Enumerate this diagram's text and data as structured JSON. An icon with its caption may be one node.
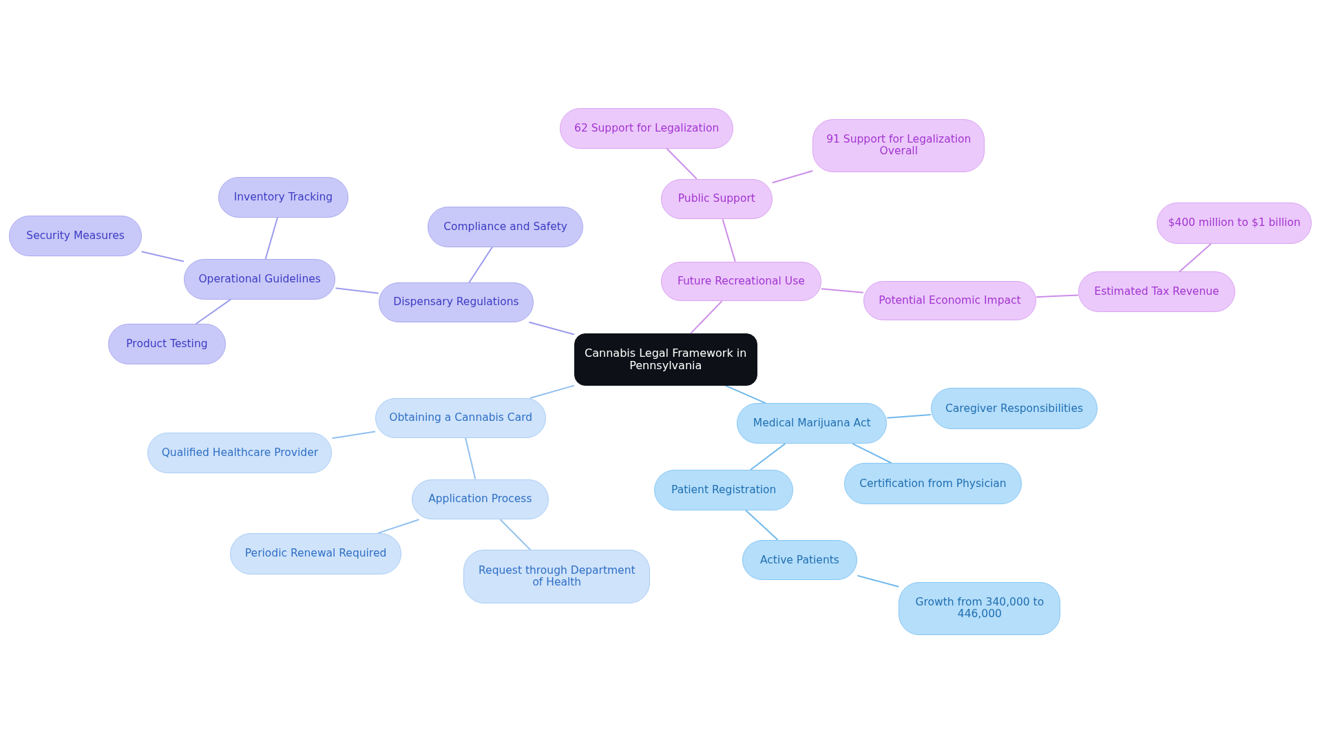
{
  "diagram": {
    "nodes": [
      {
        "text": [
          "Cannabis Legal Framework in Pennsylvania"
        ]
      },
      {
        "text": [
          "Dispensary Regulations"
        ]
      },
      {
        "text": [
          "Compliance and Safety"
        ]
      },
      {
        "text": [
          "Operational Guidelines"
        ]
      },
      {
        "text": [
          "Inventory Tracking"
        ]
      },
      {
        "text": [
          "Security Measures"
        ]
      },
      {
        "text": [
          "Product Testing"
        ]
      },
      {
        "text": [
          "Future Recreational Use"
        ]
      },
      {
        "text": [
          "Public Support"
        ]
      },
      {
        "text": [
          "62 Support for Legalization"
        ]
      },
      {
        "text": [
          "91 Support for Legalization Overall"
        ]
      },
      {
        "text": [
          "Potential Economic Impact"
        ]
      },
      {
        "text": [
          "Estimated Tax Revenue"
        ]
      },
      {
        "text": [
          "$400 million to $1 billion"
        ]
      },
      {
        "text": [
          "Obtaining a Cannabis Card"
        ]
      },
      {
        "text": [
          "Qualified Healthcare Provider"
        ]
      },
      {
        "text": [
          "Application Process"
        ]
      },
      {
        "text": [
          "Periodic Renewal Required"
        ]
      },
      {
        "text": [
          "Request through Department of Health"
        ]
      },
      {
        "text": [
          "Medical Marijuana Act"
        ]
      },
      {
        "text": [
          "Caregiver Responsibilities"
        ]
      },
      {
        "text": [
          "Certification from Physician"
        ]
      },
      {
        "text": [
          "Patient Registration"
        ]
      },
      {
        "text": [
          "Active Patients"
        ]
      },
      {
        "text": [
          "Growth from 340,000 to 446,000"
        ]
      }
    ],
    "edges": [
      {
        "from": 0,
        "to": 1,
        "arrow": "none",
        "color": "#9a9aee"
      },
      {
        "from": 1,
        "to": 2,
        "arrow": "none",
        "color": "#9a9aee"
      },
      {
        "from": 1,
        "to": 3,
        "arrow": "none",
        "color": "#9a9aee"
      },
      {
        "from": 3,
        "to": 4,
        "arrow": "none",
        "color": "#9a9aee"
      },
      {
        "from": 3,
        "to": 5,
        "arrow": "none",
        "color": "#9a9aee"
      },
      {
        "from": 3,
        "to": 6,
        "arrow": "none",
        "color": "#9a9aee"
      },
      {
        "from": 0,
        "to": 7,
        "arrow": "none",
        "color": "#cc8ce8"
      },
      {
        "from": 7,
        "to": 8,
        "arrow": "none",
        "color": "#cc8ce8"
      },
      {
        "from": 8,
        "to": 9,
        "arrow": "none",
        "color": "#cc8ce8"
      },
      {
        "from": 8,
        "to": 10,
        "arrow": "none",
        "color": "#cc8ce8"
      },
      {
        "from": 7,
        "to": 11,
        "arrow": "none",
        "color": "#cc8ce8"
      },
      {
        "from": 11,
        "to": 12,
        "arrow": "none",
        "color": "#cc8ce8"
      },
      {
        "from": 12,
        "to": 13,
        "arrow": "none",
        "color": "#cc8ce8"
      },
      {
        "from": 0,
        "to": 14,
        "arrow": "none",
        "color": "#90bff0"
      },
      {
        "from": 14,
        "to": 15,
        "arrow": "none",
        "color": "#90bff0"
      },
      {
        "from": 14,
        "to": 16,
        "arrow": "none",
        "color": "#90bff0"
      },
      {
        "from": 16,
        "to": 17,
        "arrow": "none",
        "color": "#90bff0"
      },
      {
        "from": 16,
        "to": 18,
        "arrow": "none",
        "color": "#90bff0"
      },
      {
        "from": 0,
        "to": 19,
        "arrow": "none",
        "color": "#6fb8ec"
      },
      {
        "from": 19,
        "to": 20,
        "arrow": "none",
        "color": "#6fb8ec"
      },
      {
        "from": 19,
        "to": 21,
        "arrow": "none",
        "color": "#6fb8ec"
      },
      {
        "from": 19,
        "to": 22,
        "arrow": "none",
        "color": "#6fb8ec"
      },
      {
        "from": 22,
        "to": 23,
        "arrow": "none",
        "color": "#6fb8ec"
      },
      {
        "from": 23,
        "to": 24,
        "arrow": "none",
        "color": "#6fb8ec"
      }
    ]
  }
}
